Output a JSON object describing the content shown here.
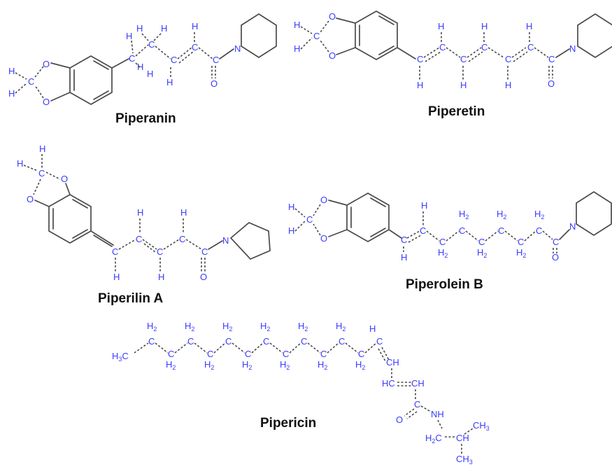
{
  "compounds": {
    "piperanin": {
      "name": "Piperanin"
    },
    "piperetin": {
      "name": "Piperetin"
    },
    "piperilin_a": {
      "name": "Piperilin A"
    },
    "piperolein_b": {
      "name": "Piperolein B"
    },
    "pipericin": {
      "name": "Pipericin"
    }
  },
  "atom_labels": {
    "H": "H",
    "C": "C",
    "O": "O",
    "N": "N",
    "CH": "CH",
    "HC": "HC",
    "NH": "NH",
    "CH3": "CH",
    "H3C": "H",
    "H2": "H",
    "H2C": "H",
    "sub2": "2",
    "sub3": "3",
    "C_suffix": "C"
  },
  "colors": {
    "bond": "#4a4a4a",
    "atom": "#3a3aff",
    "label": "#111111"
  }
}
